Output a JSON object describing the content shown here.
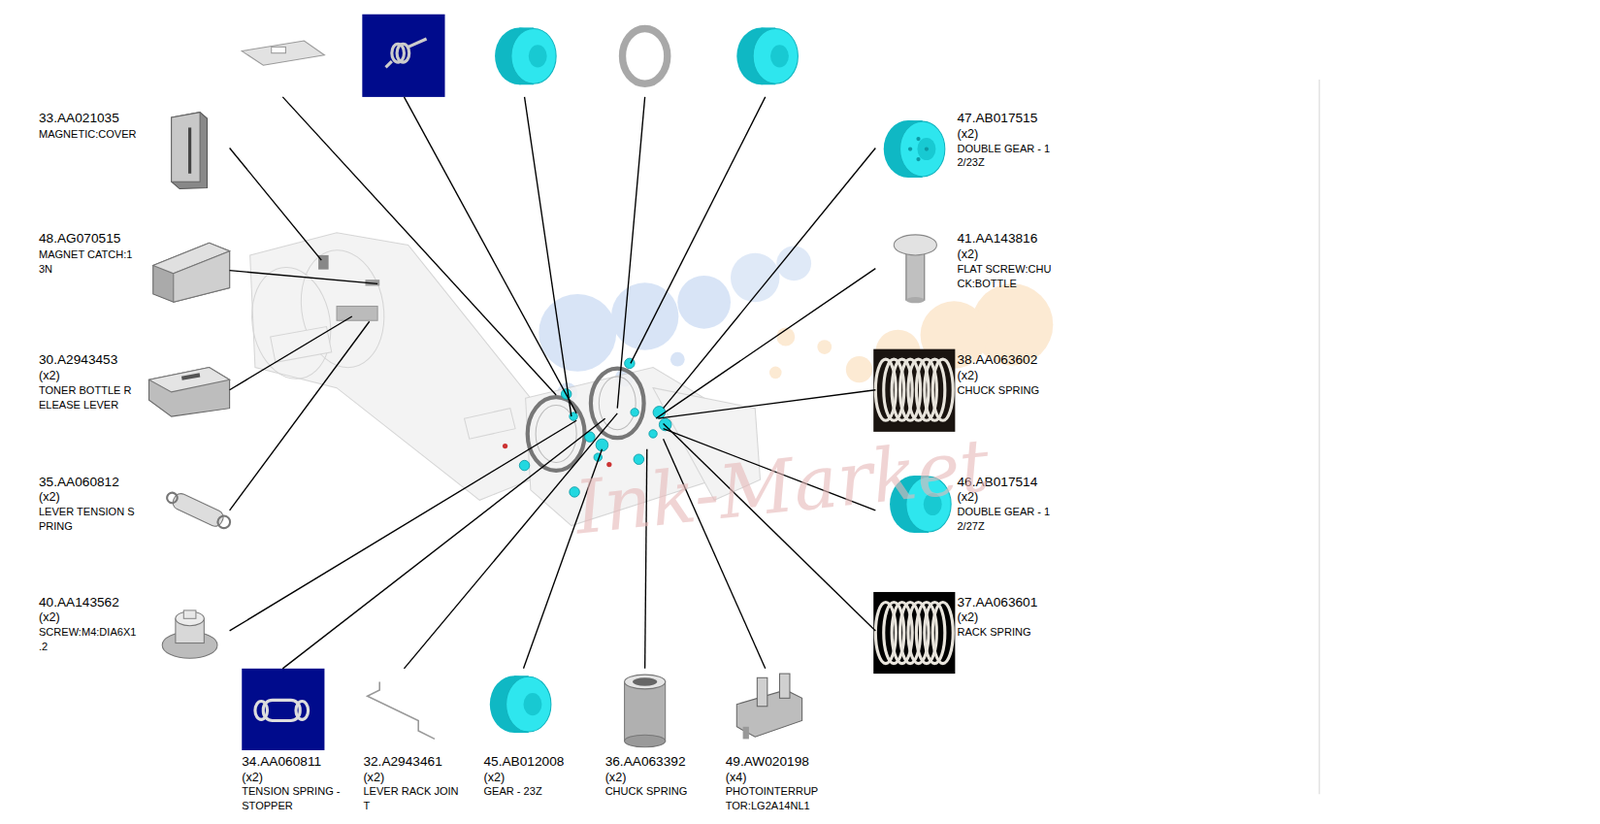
{
  "diagram": {
    "labels": [
      "33.AA021035",
      "MAGNETIC:COVER",
      "48.AG070515",
      "MAGNET CATCH:1 3N",
      "30.A2943453",
      "(x2)",
      "TONER BOTTLE R ELEASE LEVER",
      "35.AA060812",
      "(x2)",
      "LEVER TENSION S PRING",
      "40.AA143562",
      "(x2)",
      "SCREW:M4:DIA6X1 .2",
      "34.AA060811",
      "(x2)",
      "TENSION SPRING - STOPPER",
      "32.A2943461",
      "(x2)",
      "LEVER RACK JOIN T",
      "45.AB012008",
      "(x2)",
      "GEAR - 23Z",
      "36.AA063392",
      "(x2)",
      "CHUCK SPRING",
      "49.AW020198",
      "(x4)",
      "PHOTOINTERRUP TOR:LG2A14NL1",
      "47.AB017515",
      "(x2)",
      "DOUBLE GEAR - 1 2/23Z",
      "41.AA143816",
      "(x2)",
      "FLAT SCREW:CHU CK:BOTTLE",
      "38.AA063602",
      "(x2)",
      "CHUCK SPRING",
      "46.AB017514",
      "(x2)",
      "DOUBLE GEAR - 1 2/27Z",
      "37.AA063601",
      "(x2)",
      "RACK SPRING",
      "Ink-Market"
    ]
  }
}
